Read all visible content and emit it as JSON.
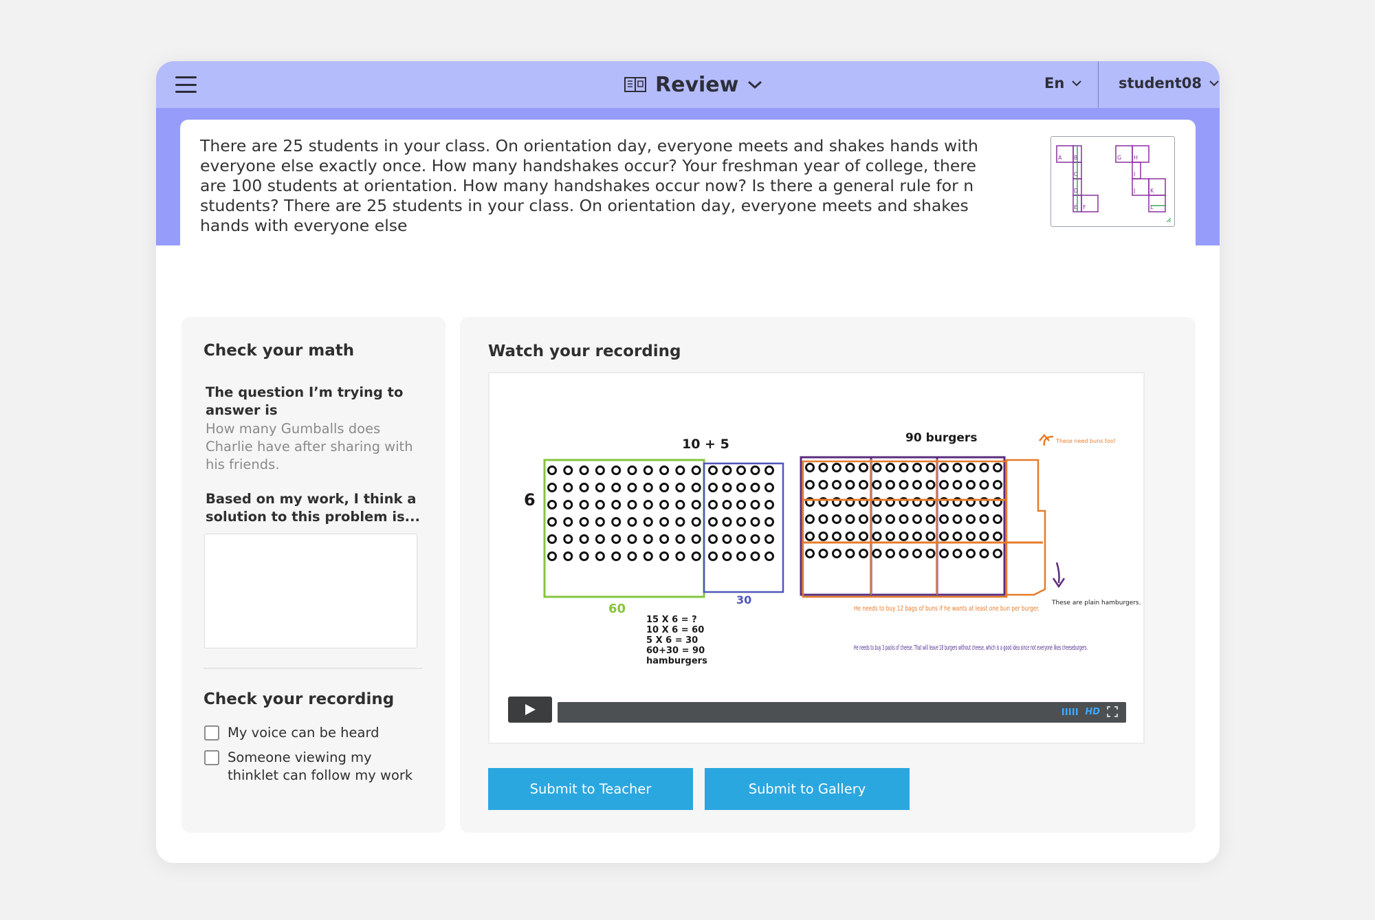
{
  "header": {
    "mode_label": "Review",
    "language": "En",
    "username": "student08"
  },
  "problem": {
    "text": "There are 25 students in your class. On orientation day, everyone meets and shakes hands with everyone else exactly once. How many handshakes occur? Your freshman year of college, there are 100 students at orientation. How many handshakes occur now? Is there a general rule for n students? There are 25 students in your class. On orientation day, everyone meets and shakes hands with everyone else",
    "thumbnail_labels": [
      "A",
      "B",
      "C",
      "D",
      "E",
      "F",
      "G",
      "H",
      "I",
      "J",
      "K",
      "L"
    ]
  },
  "check_math": {
    "title": "Check your math",
    "question_label": "The question I’m trying to answer is",
    "question_text": "How many Gumballs does Charlie have after sharing with his friends.",
    "solution_label": "Based on my work, I think a solution to this problem is...",
    "solution_value": ""
  },
  "check_recording": {
    "title": "Check your recording",
    "items": [
      {
        "label": "My voice can be heard",
        "checked": false
      },
      {
        "label": "Someone viewing my thinklet can follow my work",
        "checked": false
      }
    ]
  },
  "recording": {
    "title": "Watch your recording",
    "hd_label": "HD",
    "drawing": {
      "left_top_label": "10 + 5",
      "left_side_label": "6",
      "left_bottom_green": "60",
      "left_bottom_blue": "30",
      "work_lines": [
        "15 X 6 = ?",
        "10 X 6 = 60",
        "5 X 6 = 30",
        "60+30 = 90",
        "hamburgers"
      ],
      "right_top_label": "90 burgers",
      "note_top": "These need buns too!",
      "note_side": "These are plain hamburgers.",
      "note_buns": "He needs to buy 12 bags of buns if he wants at least one bun per burger.",
      "note_cheese": "He needs to buy 3 packs of cheese. That will leave 18 burgers without cheese, which is a good idea since not everyone likes cheeseburgers."
    }
  },
  "actions": {
    "submit_teacher": "Submit to Teacher",
    "submit_gallery": "Submit to Gallery"
  }
}
